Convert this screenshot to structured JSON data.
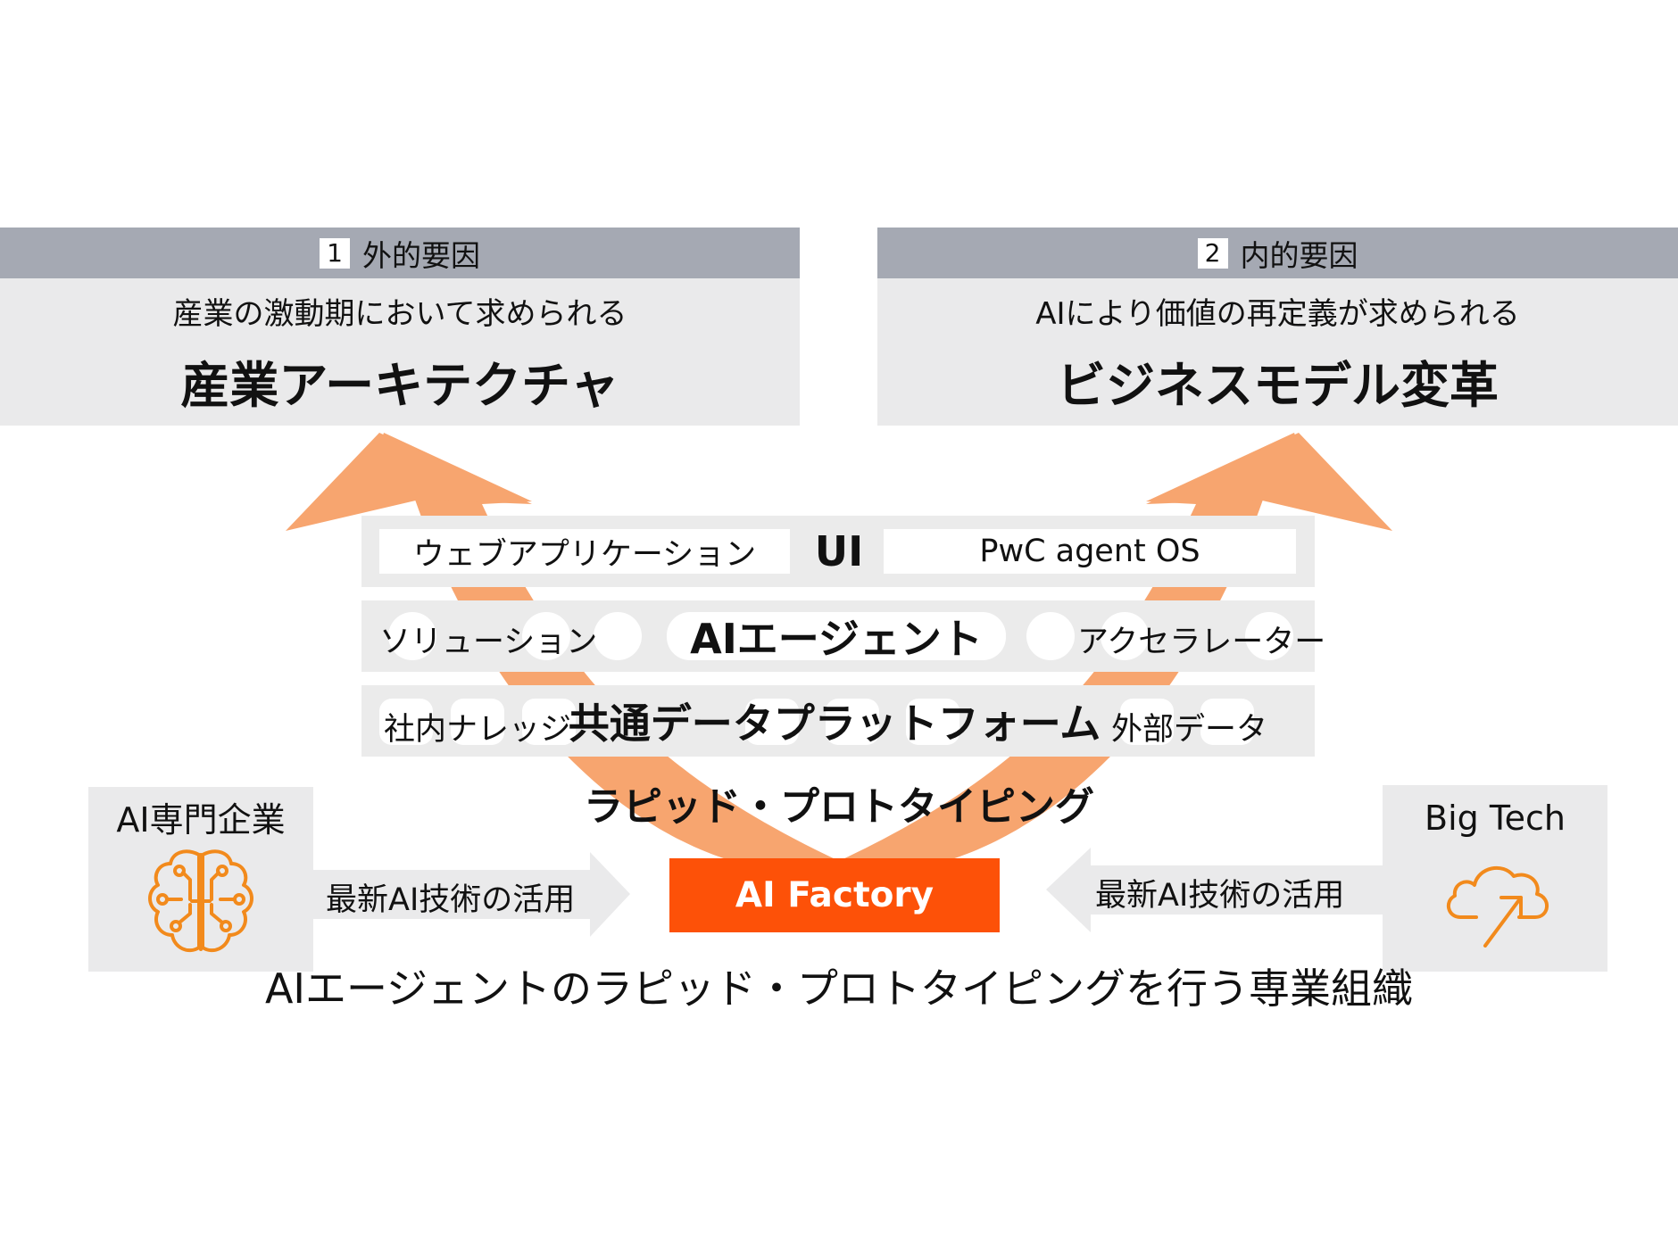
{
  "colors": {
    "accent_orange": "#fd5108",
    "arrow_orange": "#f7a56f",
    "header_gray": "#a5a9b3",
    "panel_gray": "#eaeaeb",
    "icon_orange": "#f28a1c"
  },
  "external": {
    "num": "1",
    "header": "外的要因",
    "subtitle": "産業の激動期において求められる",
    "title": "産業アーキテクチャ"
  },
  "internal": {
    "num": "2",
    "header": "内的要因",
    "subtitle": "AIにより価値の再定義が求められる",
    "title": "ビジネスモデル変革"
  },
  "stack": {
    "ui": {
      "left": "ウェブアプリケーション",
      "title": "UI",
      "right": "PwC agent OS"
    },
    "agent": {
      "left": "ソリューション",
      "title": "AIエージェント",
      "right": "アクセラレーター"
    },
    "data": {
      "left": "社内ナレッジ",
      "title": "共通データプラットフォーム",
      "right": "外部データ"
    }
  },
  "rapid_label": "ラピッド・プロトタイピング",
  "factory_label": "AI Factory",
  "ai_specialists": {
    "label": "AI専門企業",
    "icon": "brain-circuit-icon",
    "arrow_label": "最新AI技術の活用"
  },
  "big_tech": {
    "label": "Big Tech",
    "icon": "cloud-upload-icon",
    "arrow_label": "最新AI技術の活用"
  },
  "caption": "AIエージェントのラピッド・プロトタイピングを行う専業組織"
}
